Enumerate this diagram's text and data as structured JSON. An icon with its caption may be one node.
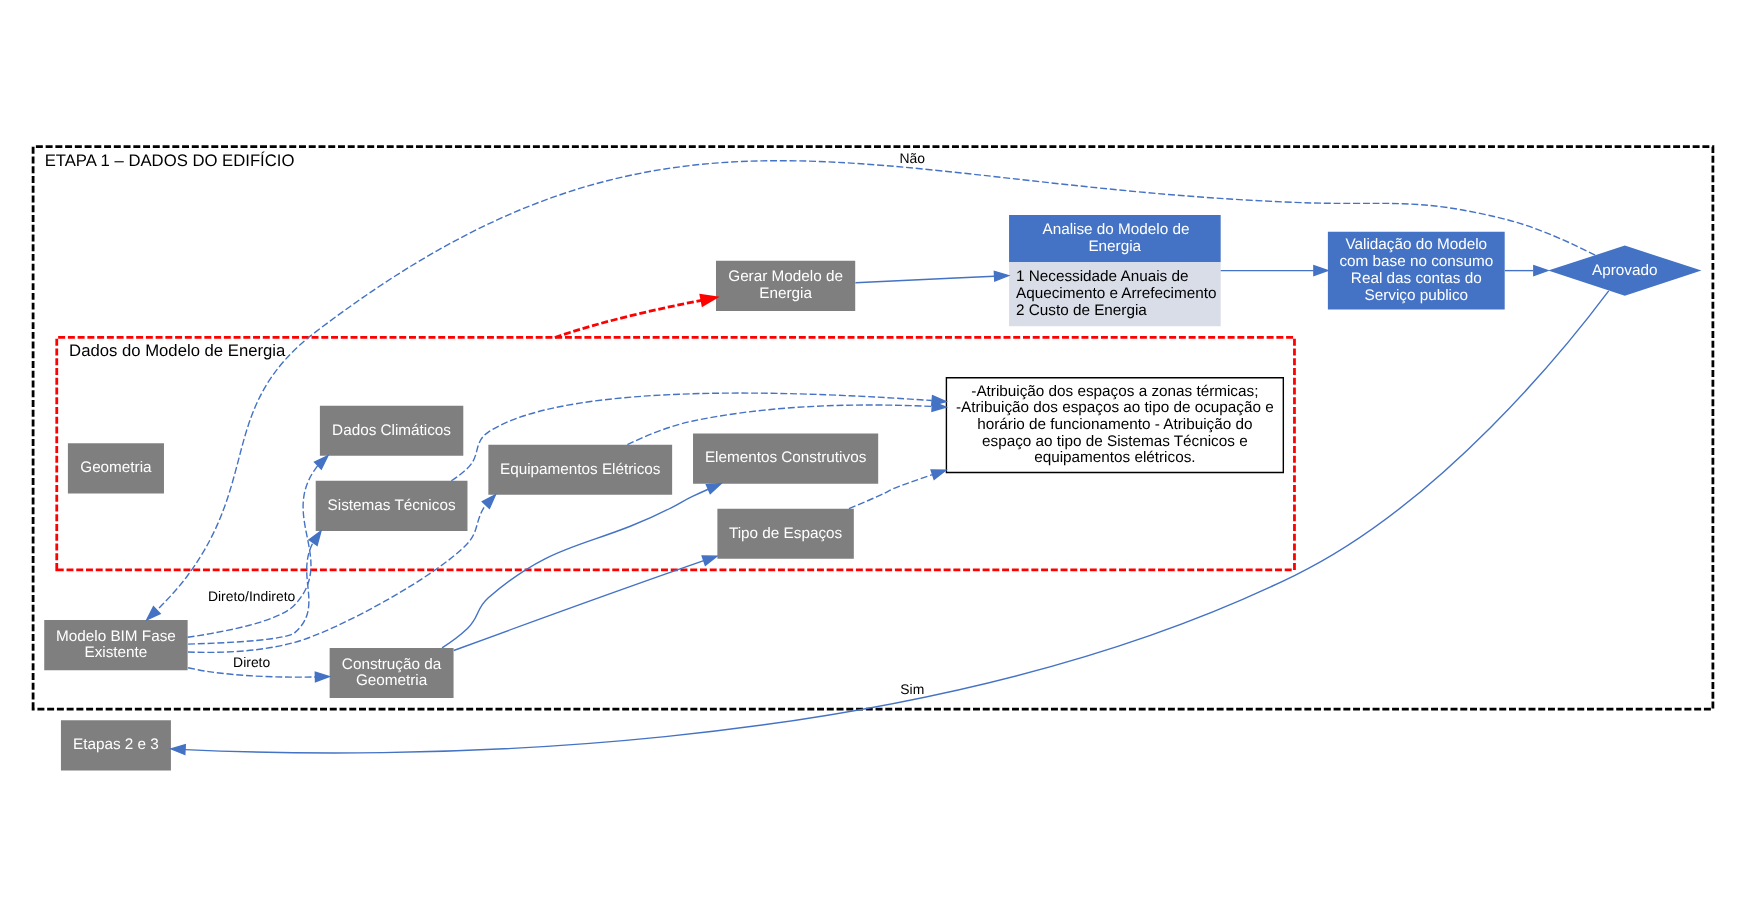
{
  "diagram": {
    "nodes": [
      {
        "text": [
          "ETAPA 1 – DADOS DO EDIFÍCIO"
        ]
      },
      {
        "text": [
          "Modelo BIM Fase Existente"
        ],
        "in": 0
      },
      {
        "text": [
          "Construção da Geometria"
        ],
        "in": 0
      },
      {
        "text": [
          "Dados do Modelo de Energia"
        ],
        "in": 0
      },
      {
        "text": [
          "Geometria"
        ],
        "in": 3
      },
      {
        "text": [
          "Elementos Construtivos"
        ],
        "in": 3
      },
      {
        "text": [
          "Tipo de Espaços"
        ],
        "in": 3
      },
      {
        "text": [
          "-Atribuição dos espaços a zonas térmicas; -Atribuição dos espaços ao tipo de ocupação e horário de funcionamento - Atribuição do espaço ao tipo de Sistemas Técnicos e equipamentos elétricos."
        ],
        "in": 3
      },
      {
        "text": [
          "Dados Climáticos"
        ],
        "in": 3
      },
      {
        "text": [
          "Equipamentos Elétricos"
        ],
        "in": 3
      },
      {
        "text": [
          "Sistemas Técnicos"
        ],
        "in": 3
      },
      {
        "text": [
          "Aprovado"
        ],
        "in": 0
      },
      {
        "text": [
          "Validação do Modelo com base no consumo Real das contas do Serviço publico"
        ],
        "in": 0
      },
      {
        "text": [
          "Analise do Modelo de Energia",
          "1 Necessidade Anuais de Aquecimento e Arrefecimento 2 Custo de Energia"
        ],
        "in": 0
      },
      {
        "text": [
          "Gerar Modelo de Energia"
        ],
        "in": 0
      },
      {
        "text": [
          "Etapas 2 e 3"
        ]
      }
    ],
    "edges": [
      {
        "from": 1,
        "to": 2,
        "arrow": "to",
        "label": "Direto",
        "style": "dashed"
      },
      {
        "from": 2,
        "to": 5,
        "arrow": "to"
      },
      {
        "from": 2,
        "to": 6,
        "arrow": "to"
      },
      {
        "from": 1,
        "to": 8,
        "arrow": "to",
        "label": "Direto/Indireto",
        "style": "dashed"
      },
      {
        "from": 1,
        "to": 9,
        "arrow": "to",
        "style": "dashed"
      },
      {
        "from": 1,
        "to": 10,
        "arrow": "to",
        "style": "dashed"
      },
      {
        "from": 6,
        "to": 7,
        "arrow": "to",
        "style": "dashed"
      },
      {
        "from": 9,
        "to": 7,
        "arrow": "to",
        "style": "dashed"
      },
      {
        "from": 10,
        "to": 7,
        "arrow": "to",
        "style": "dashed"
      },
      {
        "from": 3,
        "to": 14,
        "arrow": "to",
        "style": "dashed",
        "color": "#ff0000"
      },
      {
        "from": 14,
        "to": 13,
        "arrow": "to"
      },
      {
        "from": 13,
        "to": 12,
        "arrow": "to"
      },
      {
        "from": 12,
        "to": 11,
        "arrow": "to"
      },
      {
        "from": 11,
        "to": 1,
        "arrow": "to",
        "label": "Não",
        "style": "dashed"
      },
      {
        "from": 11,
        "to": 15,
        "arrow": "to",
        "label": "Sim"
      }
    ]
  }
}
